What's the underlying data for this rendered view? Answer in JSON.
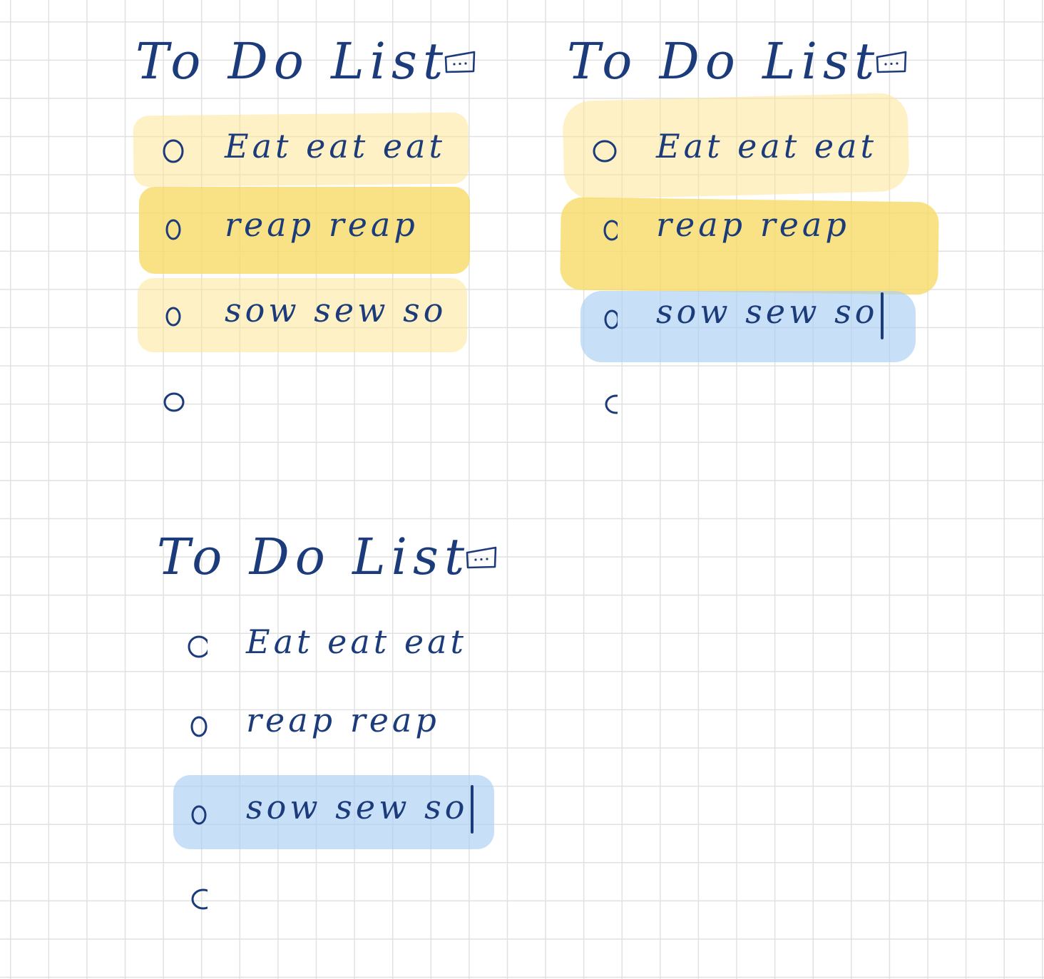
{
  "lists": [
    {
      "title": "To Do List",
      "menu_icon": "note-menu-icon",
      "items": [
        {
          "text": "Eat eat eat",
          "highlight": "#fde896"
        },
        {
          "text": "reap reap",
          "highlight": "#f6db66"
        },
        {
          "text": "sow sew so",
          "highlight": "#fde896"
        },
        {
          "text": "",
          "highlight": null
        }
      ]
    },
    {
      "title": "To Do List",
      "menu_icon": "note-menu-icon",
      "items": [
        {
          "text": "Eat eat eat",
          "highlight": "#fde896"
        },
        {
          "text": "reap reap",
          "highlight": "#f6db66"
        },
        {
          "text": "sow sew so",
          "highlight": "#aacef5"
        },
        {
          "text": "",
          "highlight": null
        }
      ]
    },
    {
      "title": "To Do List",
      "menu_icon": "note-menu-icon",
      "items": [
        {
          "text": "Eat eat eat",
          "highlight": null
        },
        {
          "text": "reap reap",
          "highlight": null
        },
        {
          "text": "sow sew so",
          "highlight": "#aacef5"
        },
        {
          "text": "",
          "highlight": null
        }
      ]
    }
  ],
  "colors": {
    "ink": "#1b3b7a",
    "grid": "#e1e1e1",
    "highlight_yellow_light": "#fde896",
    "highlight_yellow_dark": "#f6db66",
    "highlight_blue": "#aacef5"
  }
}
